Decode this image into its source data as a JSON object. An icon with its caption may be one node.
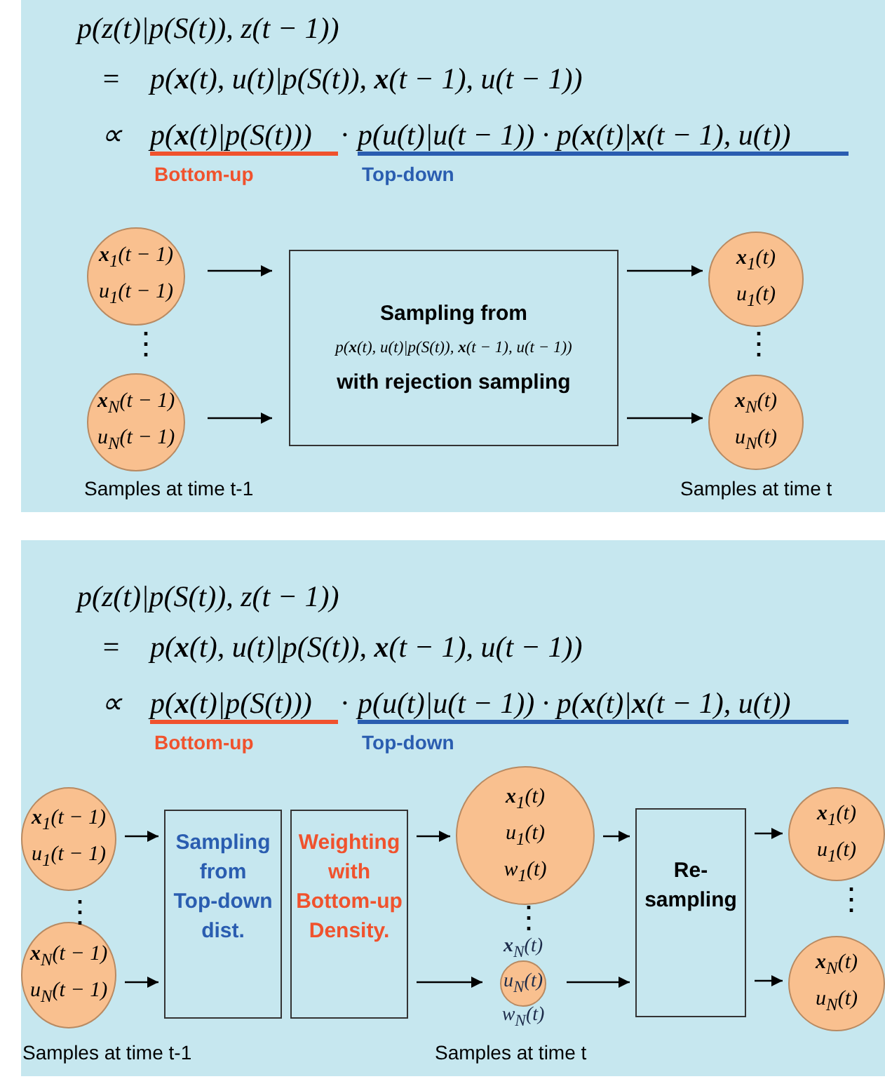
{
  "diagram": {
    "nodes": [
      {
        "text": [
          "p(z(t)|p(S(t)), z(t − 1))",
          "=",
          "p(**x**(t), u(t)|p(S(t)), **x**(t − 1), u(t − 1))",
          "∝",
          "p(**x**(t)|p(S(t)))",
          "·",
          "p(u(t)|u(t − 1)) · p(**x**(t)|**x**(t − 1), u(t))",
          "Bottom-up",
          "Top-down"
        ]
      },
      {
        "text": [
          "**x**$_{1}$(t − 1)",
          "u$_{1}$(t − 1)"
        ],
        "in": 0
      },
      {
        "text": [
          "**x**$_{N}$(t − 1)",
          "u$_{N}$(t − 1)"
        ],
        "in": 0
      },
      {
        "text": [
          "Sampling from",
          "p(**x**(t), u(t)|p(S(t)), **x**(t − 1), u(t − 1))",
          "with rejection sampling"
        ],
        "in": 0
      },
      {
        "text": [
          "**x**$_{1}$(t)",
          "u$_{1}$(t)"
        ],
        "in": 0
      },
      {
        "text": [
          "**x**$_{N}$(t)",
          "u$_{N}$(t)"
        ],
        "in": 0
      },
      {
        "text": [
          "p(z(t)|p(S(t)), z(t − 1))",
          "=",
          "p(**x**(t), u(t)|p(S(t)), **x**(t − 1), u(t − 1))",
          "∝",
          "p(**x**(t)|p(S(t)))",
          "·",
          "p(u(t)|u(t − 1)) · p(**x**(t)|**x**(t − 1), u(t))",
          "Bottom-up",
          "Top-down"
        ]
      },
      {
        "text": [
          "**x**$_{1}$(t − 1)",
          "u$_{1}$(t − 1)"
        ],
        "in": 6
      },
      {
        "text": [
          "**x**$_{N}$(t − 1)",
          "u$_{N}$(t − 1)"
        ],
        "in": 6
      },
      {
        "text": [
          "Sampling from Top-down dist."
        ],
        "in": 6
      },
      {
        "text": [
          "Weighting with Bottom-up Density."
        ],
        "in": 6
      },
      {
        "text": [
          "**x**$_{1}$(t)",
          "u$_{1}$(t)",
          "w$_{1}$(t)"
        ],
        "in": 6
      },
      {
        "text": [
          "**x**$_{N}$(t)",
          "u$_{N}$(t)",
          "w$_{N}$(t)"
        ],
        "in": 6
      },
      {
        "text": [
          "Re- sampling"
        ],
        "in": 6
      },
      {
        "text": [
          "**x**$_{1}$(t)",
          "u$_{1}$(t)"
        ],
        "in": 6
      },
      {
        "text": [
          "**x**$_{N}$(t)",
          "u$_{N}$(t)"
        ],
        "in": 6
      }
    ],
    "edges": [
      {
        "from": 1,
        "to": 3,
        "arrow": "to"
      },
      {
        "from": 2,
        "to": 3,
        "arrow": "to"
      },
      {
        "from": 3,
        "to": 4,
        "arrow": "to"
      },
      {
        "from": 3,
        "to": 5,
        "arrow": "to"
      },
      {
        "from": 7,
        "to": 9,
        "arrow": "to"
      },
      {
        "from": 8,
        "to": 9,
        "arrow": "to"
      },
      {
        "from": 10,
        "to": 11,
        "arrow": "to"
      },
      {
        "from": 10,
        "to": 12,
        "arrow": "to"
      },
      {
        "from": 11,
        "to": 13,
        "arrow": "to"
      },
      {
        "from": 12,
        "to": 13,
        "arrow": "to"
      },
      {
        "from": 13,
        "to": 14,
        "arrow": "to"
      },
      {
        "from": 13,
        "to": 15,
        "arrow": "to"
      }
    ],
    "labels": [
      "⋮",
      "⋮",
      "Samples at time t-1",
      "Samples at time t",
      "⋮",
      "⋮",
      "⋮",
      "Samples at time t-1",
      "Samples at time t"
    ]
  }
}
